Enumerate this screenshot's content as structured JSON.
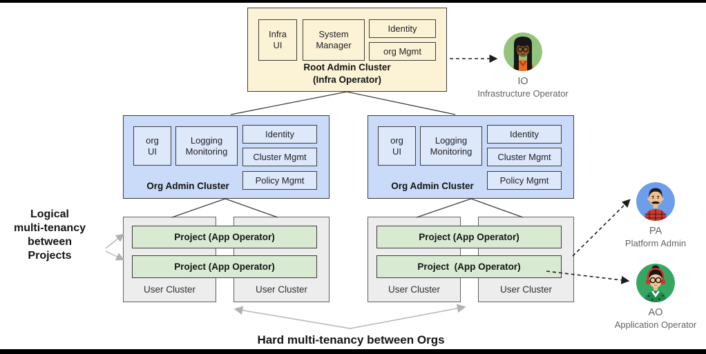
{
  "labels": {
    "logical_multitenancy": "Logical\nmulti-tenancy\nbetween\nProjects",
    "hard_multitenancy": "Hard multi-tenancy between Orgs"
  },
  "root_cluster": {
    "title": "Root Admin Cluster\n(Infra Operator)",
    "components": {
      "infra_ui": "Infra\nUI",
      "system_manager": "System\nManager",
      "identity": "Identity",
      "org_mgmt": "org Mgmt"
    }
  },
  "org_cluster": {
    "title": "Org Admin Cluster",
    "components": {
      "org_ui": "org\nUI",
      "logging_monitoring": "Logging\nMonitoring",
      "identity": "Identity",
      "cluster_mgmt": "Cluster Mgmt",
      "policy_mgmt": "Policy Mgmt"
    }
  },
  "user_clusters": {
    "label": "User Cluster",
    "projects": {
      "left_1": "Project (App Operator)",
      "left_2": "Project (App Operator)",
      "right_1": "Project (App Operator)",
      "right_2": "Project  (App Operator)"
    }
  },
  "personas": {
    "io": {
      "id": "IO",
      "role": "Infrastructure Operator"
    },
    "pa": {
      "id": "PA",
      "role": "Platform Admin"
    },
    "ao": {
      "id": "AO",
      "role": "Application Operator"
    }
  },
  "colors": {
    "root_cluster_fill": "#fcf3d6",
    "org_cluster_fill": "#c9dbf8",
    "org_component_fill": "#dde8fb",
    "user_cluster_fill": "#ededed",
    "project_fill": "#d9ead3",
    "box_border": "#3b3b3b",
    "connector_gray": "#b9b9b9",
    "dashed_arrow": "#1c1c1c",
    "io_avatar_bg": "#93c47d",
    "pa_avatar_bg": "#6d9eeb",
    "ao_avatar_bg": "#35a763",
    "persona_text": "#5f6368"
  }
}
